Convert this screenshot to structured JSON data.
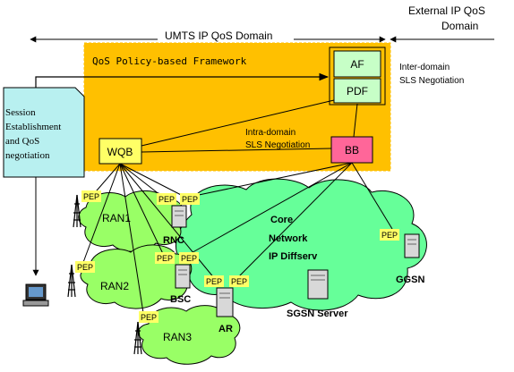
{
  "external_domain": {
    "line1": "External IP QoS",
    "line2": "Domain"
  },
  "umts_domain": "UMTS IP QoS Domain",
  "framework_title": "QoS Policy-based Framework",
  "af": "AF",
  "pdf": "PDF",
  "inter_domain": {
    "line1": "Inter-domain",
    "line2": "SLS Negotiation"
  },
  "intra_domain": {
    "line1": "Intra-domain",
    "line2": "SLS Negotiation"
  },
  "wqb": "WQB",
  "bb": "BB",
  "session": {
    "line1": "Session",
    "line2": "Establishment",
    "line3": "and QoS",
    "line4": "negotiation"
  },
  "pep": "PEP",
  "ran1": "RAN1",
  "ran2": "RAN2",
  "ran3": "RAN3",
  "rnc": "RNC",
  "bsc": "BSC",
  "ar": "AR",
  "core": {
    "line1": "Core",
    "line2": "Network",
    "line3": "IP Diffserv"
  },
  "ggsn": "GGSN",
  "sgsn": "SGSN Server",
  "colors": {
    "framework_fill": "#ffc000",
    "af_pdf_fill": "#c7ffc7",
    "wqb_fill": "#ffff66",
    "bb_fill": "#ff6699",
    "session_fill": "#b8f0f0",
    "cloud_fill": "#66ff99",
    "ran_fill": "#99ff66",
    "pep_fill": "#ffff66"
  }
}
